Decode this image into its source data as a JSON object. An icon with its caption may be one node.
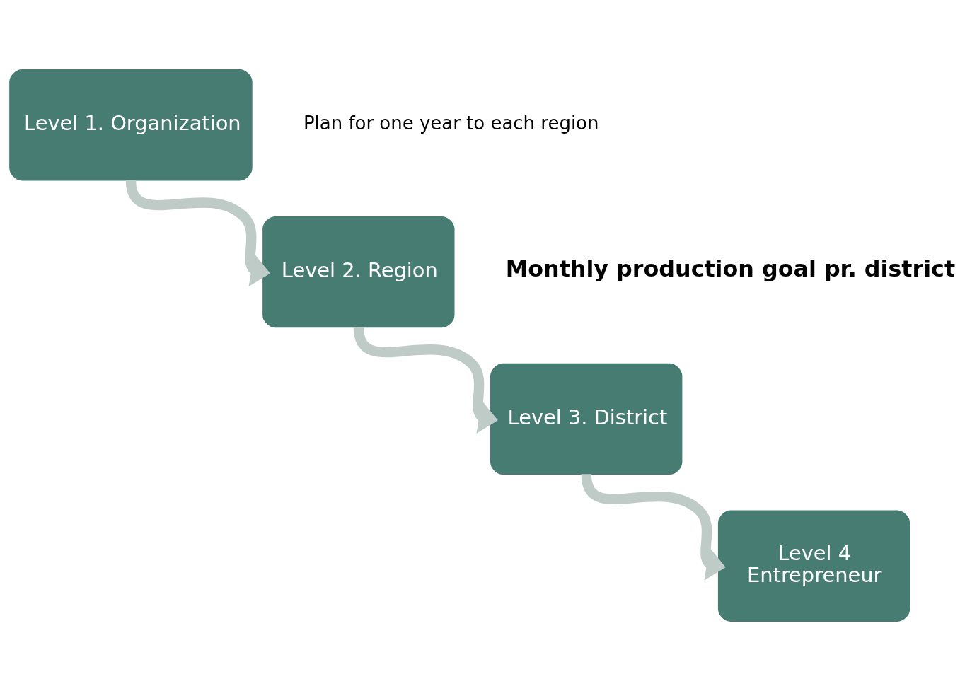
{
  "diagram": {
    "nodes": [
      {
        "text": [
          "Level 1. Organization"
        ],
        "beside": [
          "Plan for one year to each region"
        ]
      },
      {
        "text": [
          "Level 2. Region"
        ],
        "beside": [
          "Monthly production goal pr. district"
        ]
      },
      {
        "text": [
          "Level 3. District"
        ]
      },
      {
        "text": [
          "Level 4",
          "Entrepreneur"
        ]
      }
    ],
    "edges": [
      {
        "from": 0,
        "to": 1,
        "arrow": "to"
      },
      {
        "from": 1,
        "to": 2,
        "arrow": "to"
      },
      {
        "from": 2,
        "to": 3,
        "arrow": "to"
      }
    ]
  }
}
